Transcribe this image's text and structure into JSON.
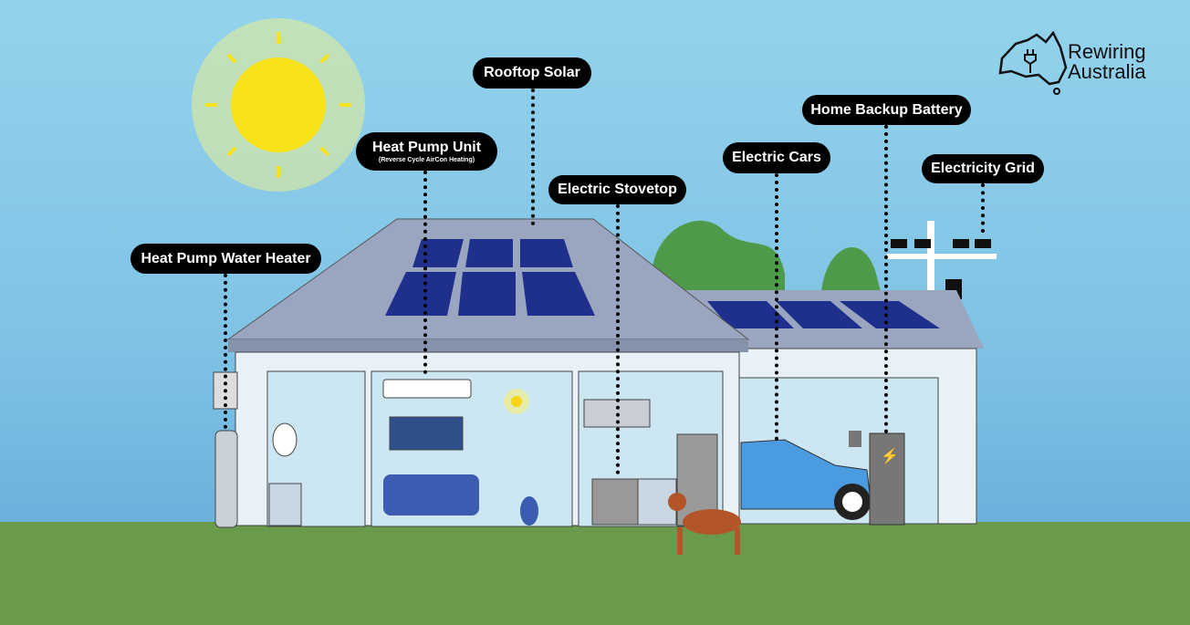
{
  "logo": {
    "line1": "Rewiring",
    "line2": "Australia"
  },
  "labels": {
    "rooftop_solar": "Rooftop Solar",
    "heat_pump_unit": "Heat Pump Unit",
    "heat_pump_unit_sub": "(Reverse Cycle AirCon Heating)",
    "electric_stovetop": "Electric Stovetop",
    "electric_cars": "Electric Cars",
    "home_backup_battery": "Home Backup Battery",
    "electricity_grid": "Electricity Grid",
    "heat_pump_water_heater": "Heat Pump Water Heater"
  },
  "colors": {
    "ground": "#6a9a4c",
    "label_bg": "#000000",
    "panel": "#1f2f8c",
    "car": "#4a9be0",
    "roof": "#9aa6c0"
  }
}
